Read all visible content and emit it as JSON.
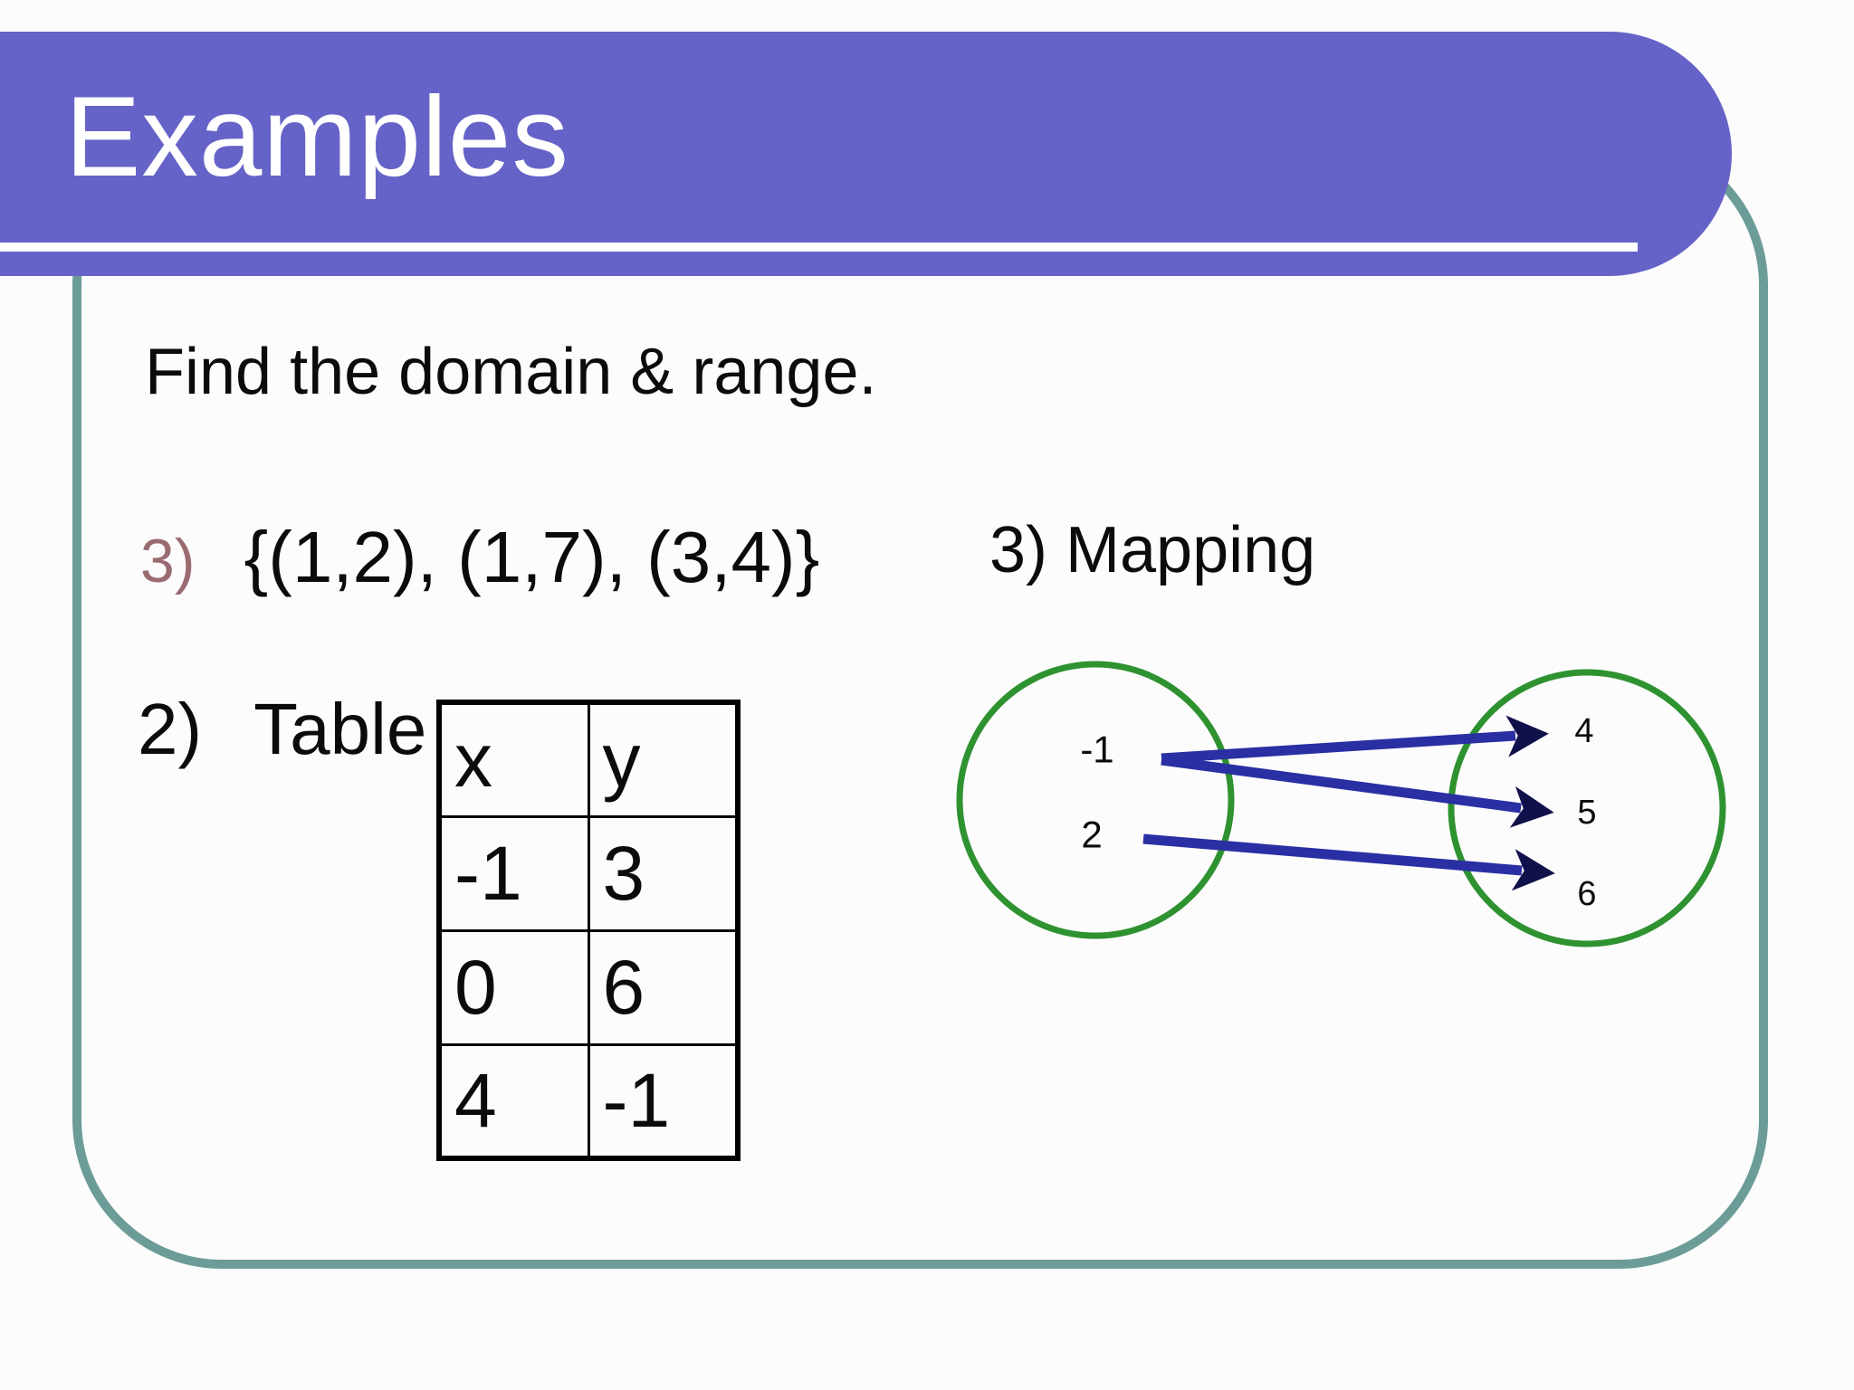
{
  "slide": {
    "title": "Examples",
    "prompt": "Find the domain & range.",
    "item3_marker": "3)",
    "item3_text": "{(1,2), (1,7), (3,4)}",
    "item2_marker": "2)",
    "item2_label": "Table",
    "mapping_label": "3) Mapping"
  },
  "table": {
    "headers": [
      "x",
      "y"
    ],
    "rows": [
      [
        "-1",
        "3"
      ],
      [
        "0",
        "6"
      ],
      [
        "4",
        "-1"
      ]
    ]
  },
  "mapping": {
    "domain": [
      "-1",
      "2"
    ],
    "range": [
      "4",
      "5",
      "6"
    ],
    "arrows": [
      {
        "from": "-1",
        "to": "4"
      },
      {
        "from": "-1",
        "to": "5"
      },
      {
        "from": "2",
        "to": "6"
      }
    ]
  },
  "colors": {
    "banner_purple": "#6563C7",
    "frame_teal": "#6C9C98",
    "circle_green": "#2E9230",
    "arrow_blue": "#2A2FA3",
    "arrowhead_navy": "#10104A",
    "marker_rose": "#9A6B70",
    "text_black": "#0B0B0B"
  }
}
